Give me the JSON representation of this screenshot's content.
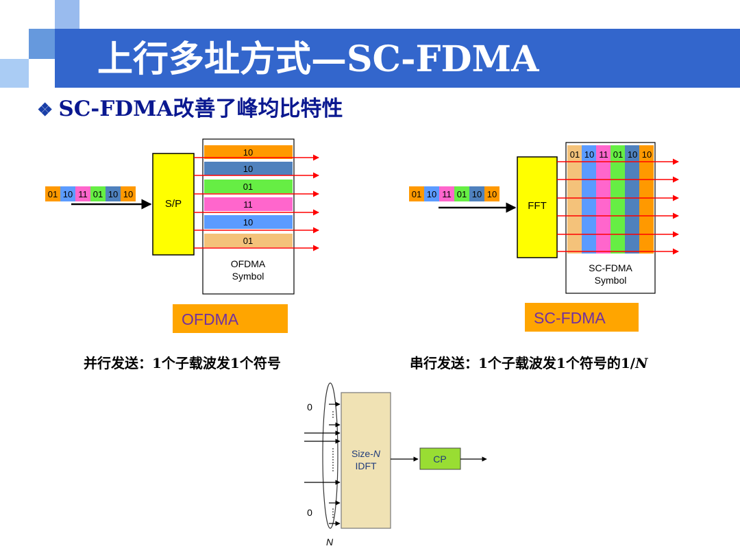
{
  "slide": {
    "title": "上行多址方式—SC-FDMA",
    "subtitle": "SC-FDMA改善了峰均比特性"
  },
  "ofdma": {
    "input_bits": [
      "01",
      "10",
      "11",
      "01",
      "10",
      "10"
    ],
    "sp_label": "S/P",
    "subcarriers": [
      "10",
      "10",
      "01",
      "11",
      "10",
      "01"
    ],
    "symbol_label_1": "OFDMA",
    "symbol_label_2": "Symbol",
    "tag": "OFDMA",
    "caption": "并行发送：1个子载波发1个符号"
  },
  "scfdma": {
    "input_bits": [
      "01",
      "10",
      "11",
      "01",
      "10",
      "10"
    ],
    "fft_label": "FFT",
    "symbol_bits": [
      "01",
      "10",
      "11",
      "01",
      "10",
      "10"
    ],
    "symbol_label_1": "SC-FDMA",
    "symbol_label_2": "Symbol",
    "tag": "SC-FDMA",
    "caption_prefix": "串行发送：1个子载波发1个符号的1/",
    "caption_n": "N"
  },
  "idft": {
    "zero_top": "0",
    "zero_bottom": "0",
    "block_label_size": "Size-",
    "block_label_n": "N",
    "block_label_2": "IDFT",
    "cp_label": "CP",
    "n_label": "N"
  },
  "colors": {
    "orange": "#ff9900",
    "steel_blue": "#4f81bd",
    "green": "#66ee44",
    "magenta": "#ff66cc",
    "blue": "#5b9bff",
    "sand": "#f4c27a",
    "yellow": "#ffff00",
    "red": "#ff0000",
    "title_blue": "#3366cc"
  }
}
